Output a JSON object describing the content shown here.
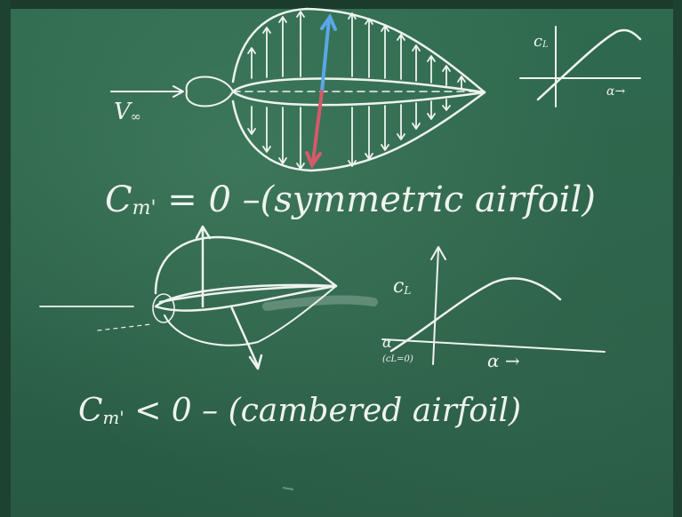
{
  "scene": {
    "description_free": true,
    "colors": {
      "board": "#2c6249",
      "chalk": "#eef3ef",
      "blue_chalk": "#5aa7e8",
      "red_chalk": "#d45a6a"
    }
  },
  "labels": {
    "v_inf": "V",
    "v_inf_sub": "∞",
    "cl_top": "c",
    "cl_top_sub": "L",
    "alpha_top": "α→",
    "eq1_main": "C",
    "eq1_sub": "m'",
    "eq1_rest": " = 0  –(symmetric airfoil)",
    "cl_bottom": "c",
    "cl_bottom_sub": "L",
    "alpha_zero": "α",
    "alpha_zero_sub": "(cL=0)",
    "alpha_bottom": "α →",
    "eq2_main": "C",
    "eq2_sub": "m'",
    "eq2_rest": " < 0  –  (cambered airfoil)"
  }
}
